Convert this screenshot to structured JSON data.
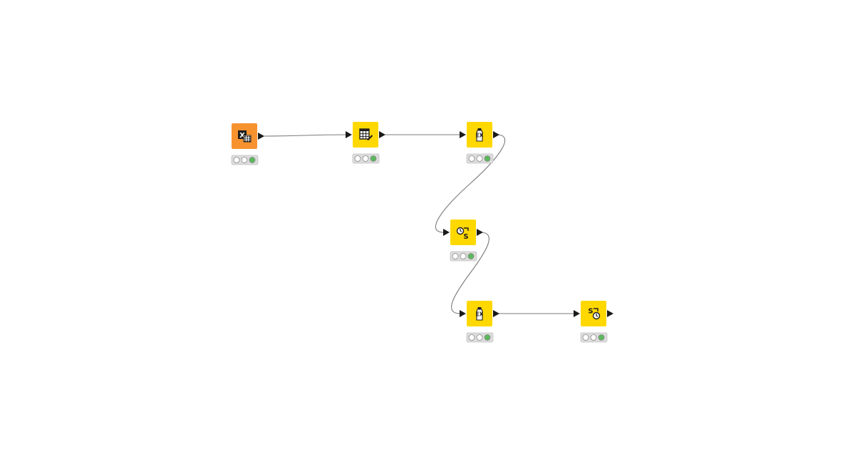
{
  "workflow": {
    "colors": {
      "source_node": "#f7932f",
      "manipulator_node": "#ffd800",
      "connection": "#7a7a7a",
      "port": "#1a1a1a",
      "status_tray": "#dcdcdc",
      "status_off": "#ffffff",
      "status_ok": "#5cb85c"
    },
    "nodes": [
      {
        "id": "excel-reader",
        "kind": "source",
        "icon": "excel-reader-icon",
        "glyph": "X",
        "status": [
          "off",
          "off",
          "ok"
        ]
      },
      {
        "id": "table-manipulator",
        "kind": "manipulator",
        "icon": "table-edit-icon",
        "glyph": "",
        "status": [
          "off",
          "off",
          "ok"
        ]
      },
      {
        "id": "expression-1",
        "kind": "manipulator",
        "icon": "expression-bottle-icon",
        "glyph": "EX",
        "status": [
          "off",
          "off",
          "ok"
        ]
      },
      {
        "id": "timer-start",
        "kind": "manipulator",
        "icon": "timer-start-icon",
        "glyph": "S",
        "status": [
          "off",
          "off",
          "ok"
        ]
      },
      {
        "id": "expression-2",
        "kind": "manipulator",
        "icon": "expression-bottle-icon",
        "glyph": "EX",
        "status": [
          "off",
          "off",
          "ok"
        ]
      },
      {
        "id": "timer-end",
        "kind": "manipulator",
        "icon": "timer-end-icon",
        "glyph": "S",
        "status": [
          "off",
          "off",
          "ok"
        ]
      }
    ],
    "connections": [
      {
        "from": "excel-reader",
        "to": "table-manipulator"
      },
      {
        "from": "table-manipulator",
        "to": "expression-1"
      },
      {
        "from": "expression-1",
        "to": "timer-start"
      },
      {
        "from": "timer-start",
        "to": "expression-2"
      },
      {
        "from": "expression-2",
        "to": "timer-end"
      }
    ]
  }
}
